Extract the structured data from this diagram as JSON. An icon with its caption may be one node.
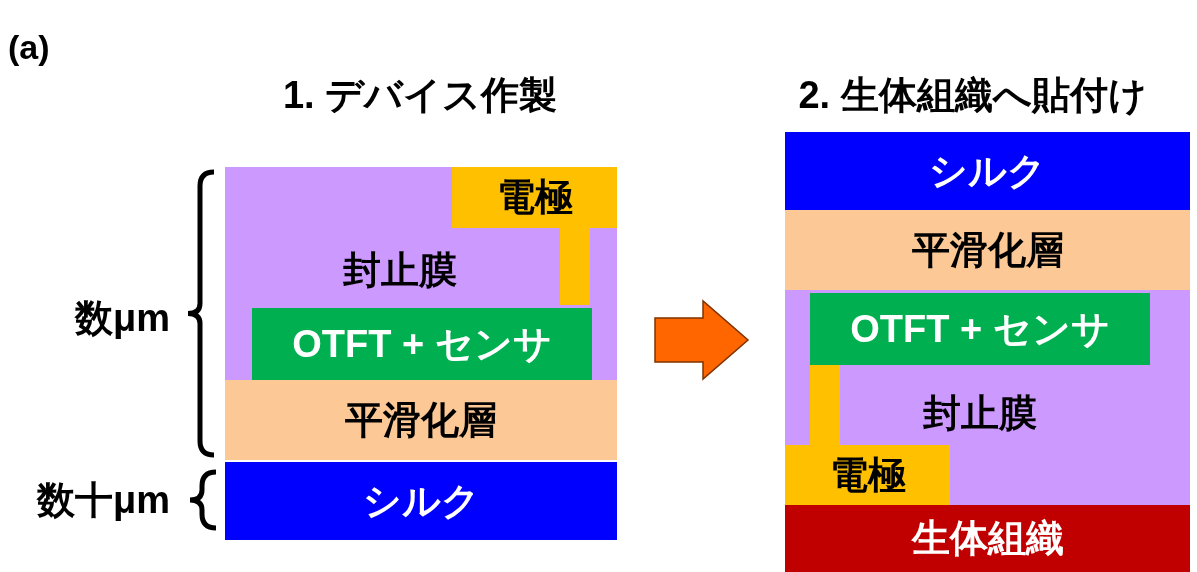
{
  "diagram": {
    "nodes": [
      {
        "text": [
          "1. デバイス作製"
        ]
      },
      {
        "text": [
          "封止膜"
        ],
        "in": 0
      },
      {
        "text": [
          "電極"
        ],
        "in": 1
      },
      {
        "text": [
          "OTFT + センサ"
        ],
        "in": 1
      },
      {
        "text": [
          "平滑化層"
        ],
        "in": 0
      },
      {
        "text": [
          "シルク"
        ],
        "in": 0
      },
      {
        "text": [
          "2. 生体組織へ貼付け"
        ]
      },
      {
        "text": [
          "シルク"
        ],
        "in": 6
      },
      {
        "text": [
          "平滑化層"
        ],
        "in": 6
      },
      {
        "text": [
          "封止膜"
        ],
        "in": 6
      },
      {
        "text": [
          "OTFT + センサ"
        ],
        "in": 9
      },
      {
        "text": [
          "電極"
        ],
        "in": 9
      },
      {
        "text": [
          "生体組織"
        ],
        "in": 6
      }
    ],
    "edges": [
      {
        "from": 0,
        "to": 6,
        "arrow": "to"
      }
    ],
    "labels": [
      "(a)",
      "数μm",
      "数十μm"
    ]
  }
}
